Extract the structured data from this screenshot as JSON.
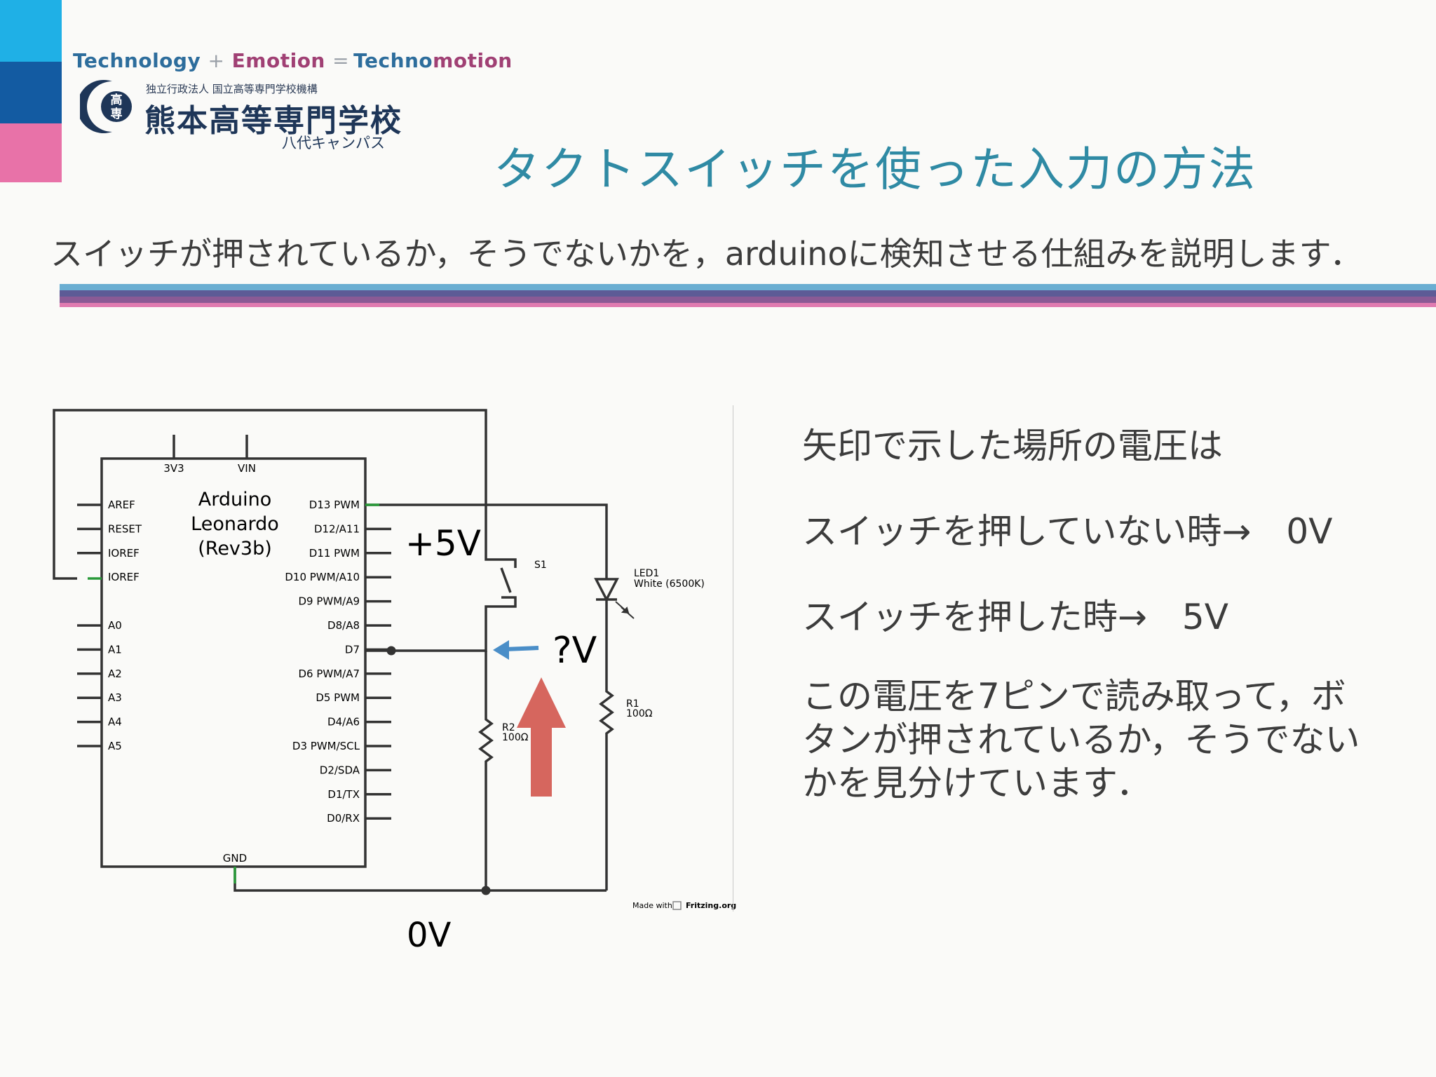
{
  "header": {
    "tagline": {
      "word1": "Technology",
      "plus": "+",
      "word2": "Emotion",
      "equals": "=",
      "word3a": "Techno",
      "word3b": "motion"
    },
    "school": {
      "emblem_text": "高専",
      "org_line": "独立行政法人 国立高等専門学校機構",
      "name": "熊本高等専門学校",
      "campus": "八代キャンパス"
    }
  },
  "slide": {
    "title": "タクトスイッチを使った入力の方法",
    "subtitle": "スイッチが押されているか，そうでないかを，arduinoに検知させる仕組みを説明します．"
  },
  "schematic": {
    "board": {
      "name_line1": "Arduino",
      "name_line2": "Leonardo",
      "name_line3": "(Rev3b)",
      "top_pins": [
        "3V3",
        "VIN"
      ],
      "left_pins": [
        "AREF",
        "RESET",
        "IOREF",
        "IOREF",
        "A0",
        "A1",
        "A2",
        "A3",
        "A4",
        "A5"
      ],
      "right_pins": [
        "D13 PWM",
        "D12/A11",
        "D11 PWM",
        "D10 PWM/A10",
        "D9 PWM/A9",
        "D8/A8",
        "D7",
        "D6 PWM/A7",
        "D5 PWM",
        "D4/A6",
        "D3 PWM/SCL",
        "D2/SDA",
        "D1/TX",
        "D0/RX"
      ],
      "gnd": "GND"
    },
    "switch_label": "S1",
    "led_label": "LED1",
    "led_desc": "White (6500K)",
    "r1_label": "R1",
    "r1_value": "100Ω",
    "r2_label": "R2",
    "r2_value": "100Ω",
    "plus5v": "+5V",
    "unknown_v": "?V",
    "zero_v": "0V",
    "credit_made": "Made with",
    "credit_site": "Fritzing.org",
    "colors": {
      "blue_arrow": "#4a8ec8",
      "red_arrow": "#d6665e",
      "wire": "#333333",
      "pin_green": "#2a9a3a"
    }
  },
  "explanation": {
    "line1": "矢印で示した場所の電圧は",
    "line2": "スイッチを押していない時→　0V",
    "line3": "スイッチを押した時→　5V",
    "line4a": "この電圧を7ピンで読み取って，ボ",
    "line4b": "タンが押されているか，そうでない",
    "line4c": "かを見分けています．"
  }
}
